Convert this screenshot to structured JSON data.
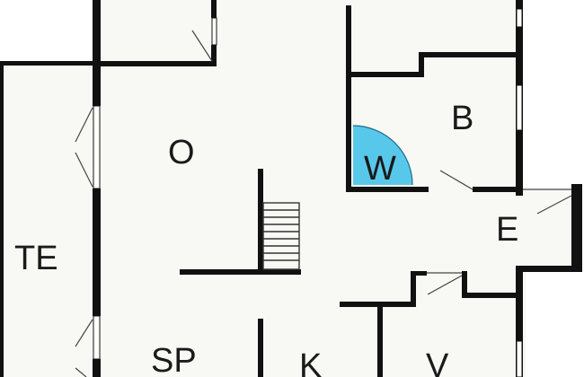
{
  "rooms": [
    {
      "id": "O",
      "label": "O"
    },
    {
      "id": "B",
      "label": "B"
    },
    {
      "id": "W",
      "label": "W"
    },
    {
      "id": "E",
      "label": "E"
    },
    {
      "id": "TE",
      "label": "TE"
    },
    {
      "id": "SP",
      "label": "SP"
    },
    {
      "id": "K",
      "label": "K"
    },
    {
      "id": "V",
      "label": "V"
    }
  ],
  "colors": {
    "floor": "#f8f8f4",
    "wall": "#111111",
    "shower_highlight": "#58c8ea",
    "background": "#ffffff"
  }
}
